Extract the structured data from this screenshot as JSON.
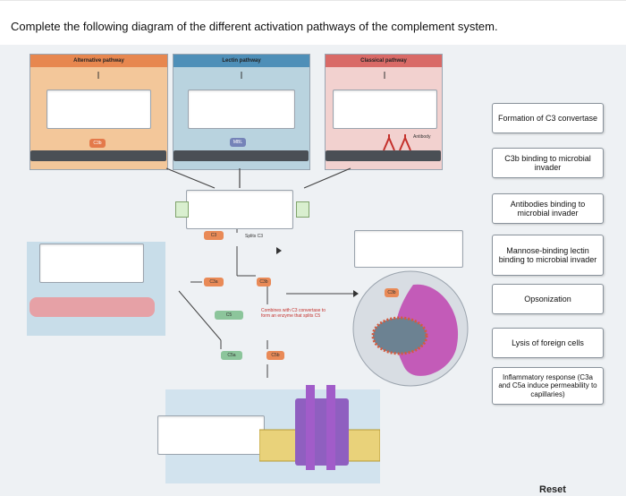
{
  "question": "Complete the following diagram of the different activation pathways of the complement system.",
  "pathways": {
    "alternative": "Alternative pathway",
    "lectin": "Lectin pathway",
    "classical": "Classical pathway"
  },
  "diagram_labels": {
    "c3b_chip": "C3b",
    "mbl_chip": "MBL",
    "antibody": "Antibody",
    "c3_chip": "C3",
    "splits_c3": "Splits C3",
    "c3a_chip": "C3a",
    "c3b_chip2": "C3b",
    "c5_chip": "C5",
    "c5a_chip": "C5a",
    "c5b_chip": "C5b",
    "combines_note": "Combines with C3 convertase to form an enzyme that splits C5",
    "c3b_cell": "C3b"
  },
  "label_bank": [
    "Formation of C3 convertase",
    "C3b binding to microbial invader",
    "Antibodies binding to microbial invader",
    "Mannose-binding lectin binding to microbial invader",
    "Opsonization",
    "Lysis of foreign cells",
    "Inflammatory response (C3a and C5a induce permeability to capillaries)"
  ],
  "reset_label": "Reset",
  "colors": {
    "alternative_bg": "#f3c79a",
    "alternative_head": "#e7874f",
    "lectin_bg": "#b9d3df",
    "lectin_head": "#4e8fb8",
    "classical_bg": "#f2d1cf",
    "classical_head": "#d96a67"
  }
}
